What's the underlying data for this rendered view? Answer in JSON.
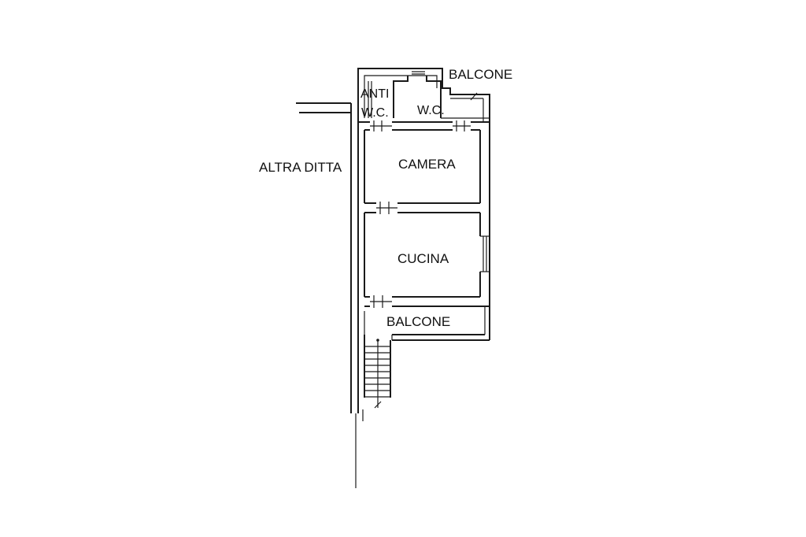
{
  "labels": {
    "balcone_top": "BALCONE",
    "anti": "ANTI",
    "anti_wc": "W.C.",
    "wc": "W.C.",
    "altra_ditta": "ALTRA DITTA",
    "camera": "CAMERA",
    "cucina": "CUCINA",
    "balcone_bottom": "BALCONE"
  },
  "colors": {
    "line": "#1a1a1a",
    "background": "#ffffff"
  }
}
